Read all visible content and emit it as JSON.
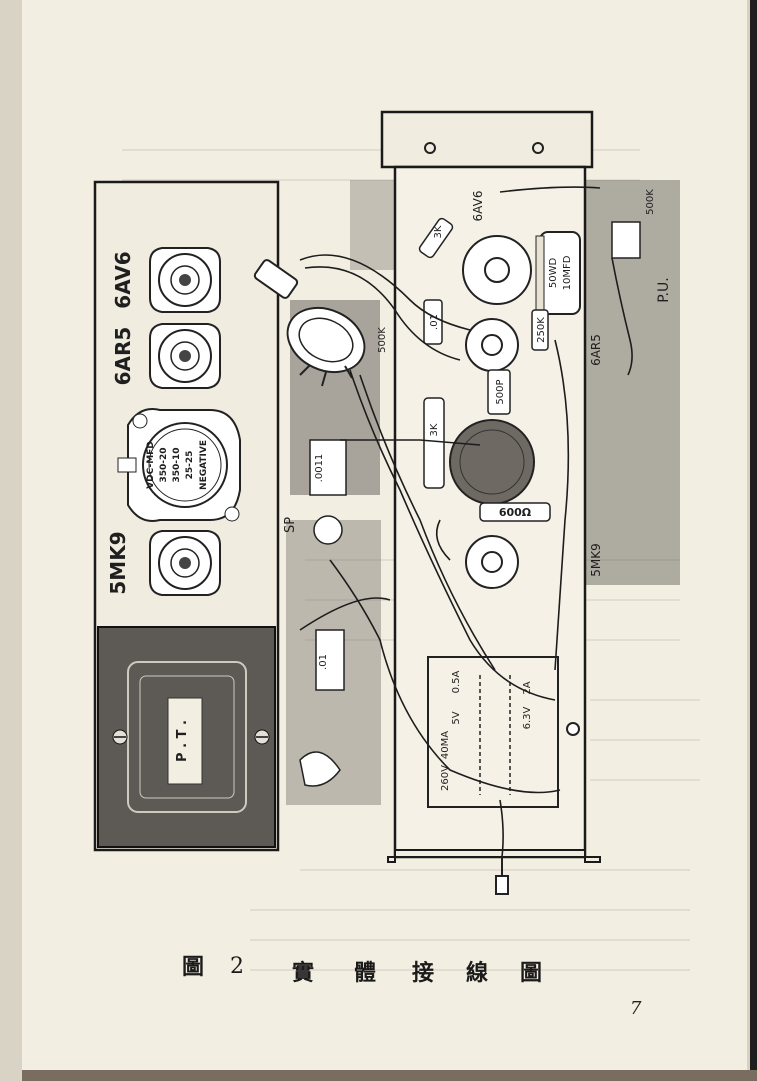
{
  "figure": {
    "caption": [
      "圖",
      "2",
      "實",
      "體",
      "接",
      "線",
      "圖"
    ],
    "page_number": "7",
    "tube_labels": {
      "rectifier": "5MK9",
      "output": "6AR5",
      "detector": "6AV6"
    },
    "transformer_label": "P . T .",
    "cap_block_text": [
      "VDC-MFD",
      "350-20",
      "350-10",
      "25-25",
      "NEGATIVE"
    ],
    "component_labels": {
      "pickup": "P.U.",
      "speaker": "SP",
      "res_500k_a": "500K",
      "res_500k_b": "500K",
      "res_3k_a": "3K",
      "res_3k_b": "3K",
      "res_250k": "250K",
      "cap_01_a": ".01",
      "cap_01_b": ".01",
      "cap_0011": ".0011",
      "cap_500p": "500P",
      "cap_600": "600Ω",
      "cap_electrolytic": [
        "50WD",
        "10MFD"
      ],
      "chassis_5mk9": "5MK9",
      "chassis_6ar5": "6AR5",
      "chassis_6av6": "6AV6"
    },
    "transformer_ratings": {
      "high_voltage": "260V",
      "current": "40MA",
      "five_v": "5V",
      "five_v_amp": "0.5A",
      "heater_v": "6.3V",
      "heater_amp": "2A"
    }
  }
}
